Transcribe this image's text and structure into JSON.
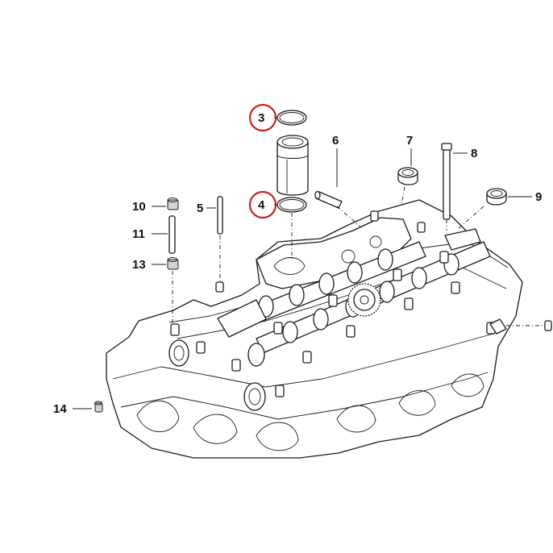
{
  "diagram": {
    "callouts": [
      "3",
      "4",
      "5",
      "6",
      "7",
      "8",
      "9",
      "10",
      "11",
      "13",
      "14"
    ],
    "highlighted": [
      "3",
      "4"
    ],
    "highlight_color": "#cc1f1f"
  }
}
